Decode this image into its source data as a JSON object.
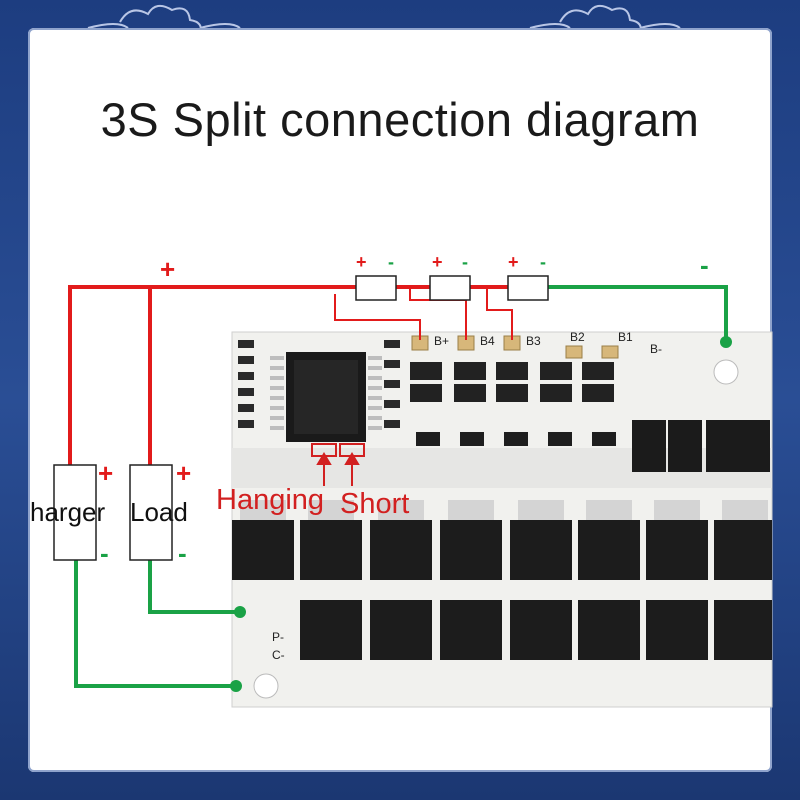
{
  "title": "3S Split connection diagram",
  "labels": {
    "charger": "harger",
    "load": "Load",
    "hanging": "Hanging",
    "short": "Short",
    "plus": "+",
    "minus": "-"
  },
  "pins": {
    "bplus": "B+",
    "b4": "B4",
    "b3": "B3",
    "b2": "B2",
    "b1": "B1",
    "bminus": "B-",
    "pminus": "P-",
    "cminus": "C-"
  },
  "colors": {
    "positive_wire": "#e21b1b",
    "negative_wire": "#1aa246",
    "frame": "#1d3d80"
  },
  "icons": [
    "cloud-ornament-icon"
  ]
}
